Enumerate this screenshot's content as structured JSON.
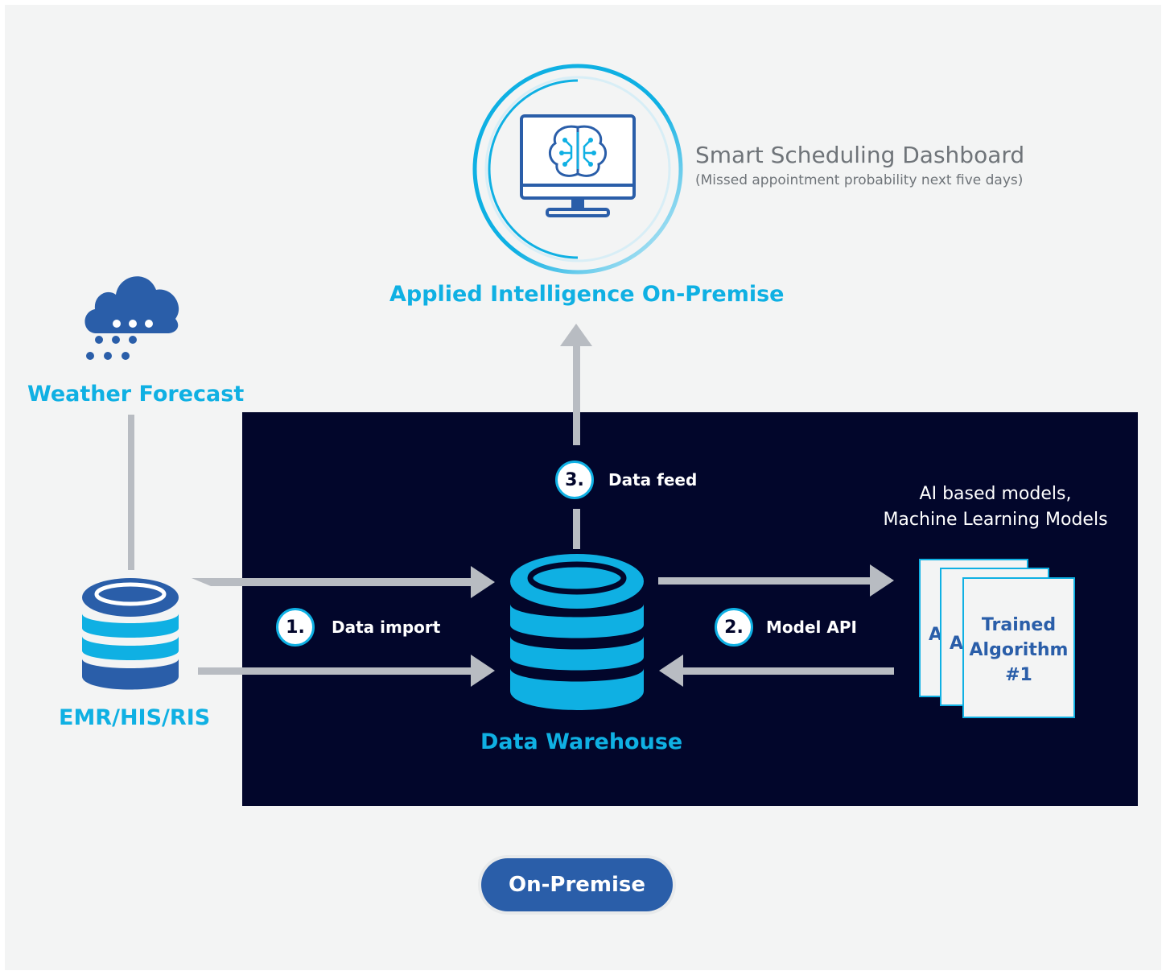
{
  "dashboard": {
    "title": "Smart Scheduling Dashboard",
    "subtitle": "(Missed appointment probability next five days)"
  },
  "nodes": {
    "applied_intelligence": "Applied Intelligence On-Premise",
    "weather_forecast": "Weather Forecast",
    "emr": "EMR/HIS/RIS",
    "data_warehouse": "Data Warehouse"
  },
  "steps": [
    {
      "number": "1.",
      "label": "Data import"
    },
    {
      "number": "2.",
      "label": "Model API"
    },
    {
      "number": "3.",
      "label": "Data feed"
    }
  ],
  "models": {
    "caption_line1": "AI based models,",
    "caption_line2": "Machine Learning Models",
    "back_card_letter": "A",
    "middle_card_letter": "A",
    "front_card": "Trained\nAlgorithm\n#1"
  },
  "badge": "On-Premise",
  "colors": {
    "accent": "#0fb0e3",
    "navy": "#02062b",
    "brand_blue": "#2a5ea9",
    "arrow_gray": "#b8bcc2"
  },
  "icons": [
    "monitor-brain-icon",
    "cloud-snow-icon",
    "database-icon",
    "document-stack-icon"
  ]
}
